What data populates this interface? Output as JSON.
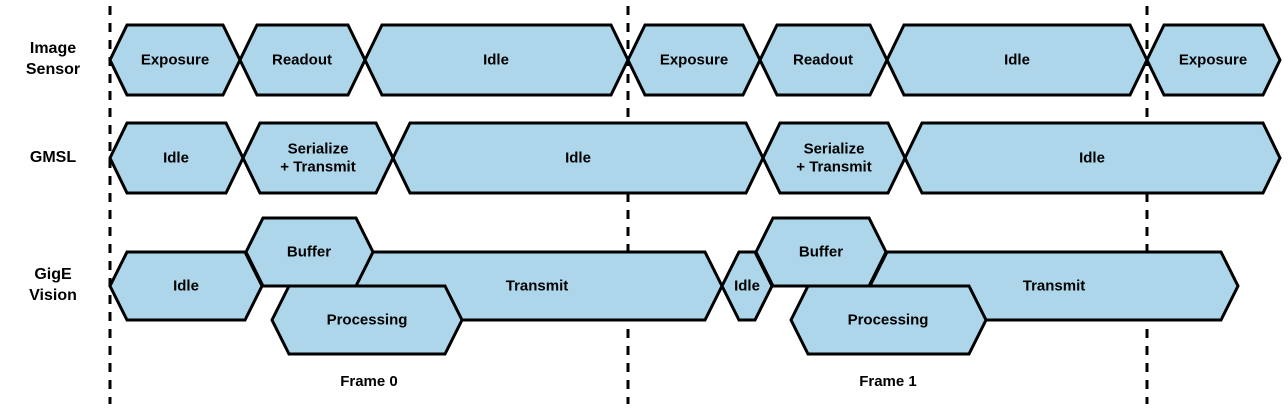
{
  "diagram": {
    "type": "timing-diagram",
    "colors": {
      "bubble_fill": "#aed6ea",
      "outline": "#000000",
      "background": "#ffffff"
    },
    "rows": [
      {
        "label": "Image\nSensor",
        "bubbles": [
          {
            "label": "Exposure"
          },
          {
            "label": "Readout"
          },
          {
            "label": "Idle"
          },
          {
            "label": "Exposure"
          },
          {
            "label": "Readout"
          },
          {
            "label": "Idle"
          },
          {
            "label": "Exposure"
          }
        ]
      },
      {
        "label": "GMSL",
        "bubbles": [
          {
            "label": "Idle"
          },
          {
            "lines": [
              "Serialize",
              "+ Transmit"
            ]
          },
          {
            "label": "Idle"
          },
          {
            "lines": [
              "Serialize",
              "+ Transmit"
            ]
          },
          {
            "label": "Idle"
          }
        ]
      },
      {
        "label": "GigE\nVision",
        "bubbles": [
          {
            "label": "Idle"
          },
          {
            "label": "Transmit"
          },
          {
            "label": "Buffer"
          },
          {
            "label": "Processing"
          },
          {
            "label": "Idle"
          },
          {
            "label": "Transmit"
          },
          {
            "label": "Buffer"
          },
          {
            "label": "Processing"
          }
        ]
      }
    ],
    "frames": [
      {
        "label": "Frame 0"
      },
      {
        "label": "Frame 1"
      }
    ]
  }
}
